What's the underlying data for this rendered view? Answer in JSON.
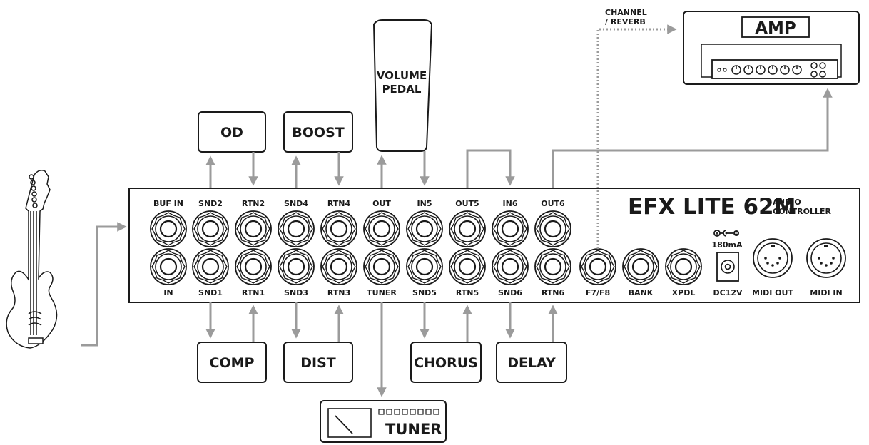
{
  "device": {
    "brand": "EFX LITE 62M",
    "subtitle_line1": "AUDIO",
    "subtitle_line2": "CONTROLLER",
    "top_jacks": [
      "BUF IN",
      "SND2",
      "RTN2",
      "SND4",
      "RTN4",
      "OUT",
      "IN5",
      "OUT5",
      "IN6",
      "OUT6"
    ],
    "bottom_jacks": [
      "IN",
      "SND1",
      "RTN1",
      "SND3",
      "RTN3",
      "TUNER",
      "SND5",
      "RTN5",
      "SND6",
      "RTN6",
      "F7/F8",
      "BANK",
      "XPDL"
    ],
    "power_current": "180mA",
    "power_label": "DC12V",
    "midi_out": "MIDI OUT",
    "midi_in": "MIDI IN"
  },
  "effects": {
    "od": "OD",
    "boost": "BOOST",
    "volume_line1": "VOLUME",
    "volume_line2": "PEDAL",
    "comp": "COMP",
    "dist": "DIST",
    "chorus": "CHORUS",
    "delay": "DELAY",
    "tuner": "TUNER"
  },
  "amp": {
    "label": "AMP",
    "channel_line1": "CHANNEL",
    "channel_line2": "/ REVERB"
  }
}
